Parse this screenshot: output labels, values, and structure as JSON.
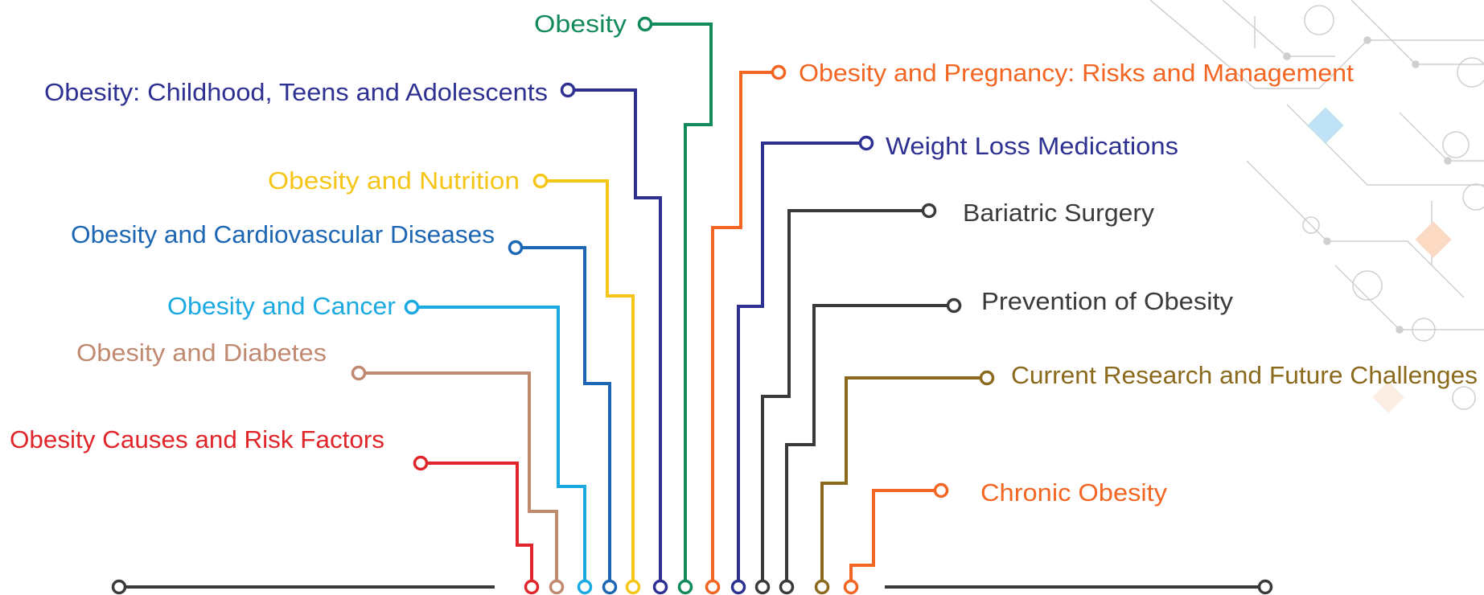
{
  "topics": [
    {
      "label": "Obesity Causes and Risk Factors",
      "color": "#e0262b"
    },
    {
      "label": "Obesity and Diabetes",
      "color": "#c08a71"
    },
    {
      "label": "Obesity and Cancer",
      "color": "#1ba9e1"
    },
    {
      "label": "Obesity and Cardiovascular Diseases",
      "color": "#1c66b3"
    },
    {
      "label": "Obesity and Nutrition",
      "color": "#f5c518"
    },
    {
      "label": "Obesity: Childhood, Teens and Adolescents",
      "color": "#2e3192"
    },
    {
      "label": "Obesity",
      "color": "#138a5b"
    },
    {
      "label": "Obesity and Pregnancy: Risks and Management",
      "color": "#f26522"
    },
    {
      "label": "Weight Loss Medications",
      "color": "#2e3192"
    },
    {
      "label": "Bariatric Surgery",
      "color": "#3a3a3a"
    },
    {
      "label": "Prevention of Obesity",
      "color": "#3a3a3a"
    },
    {
      "label": "Current Research and Future Challenges",
      "color": "#8b6a1e"
    },
    {
      "label": "Chronic Obesity",
      "color": "#f26522"
    }
  ],
  "colors": {
    "baseline": "#3a3a3a",
    "decor_line": "#cfcfcf",
    "decor_accent_blue": "#bfe3f5",
    "decor_accent_orange": "#fbd9c3"
  }
}
